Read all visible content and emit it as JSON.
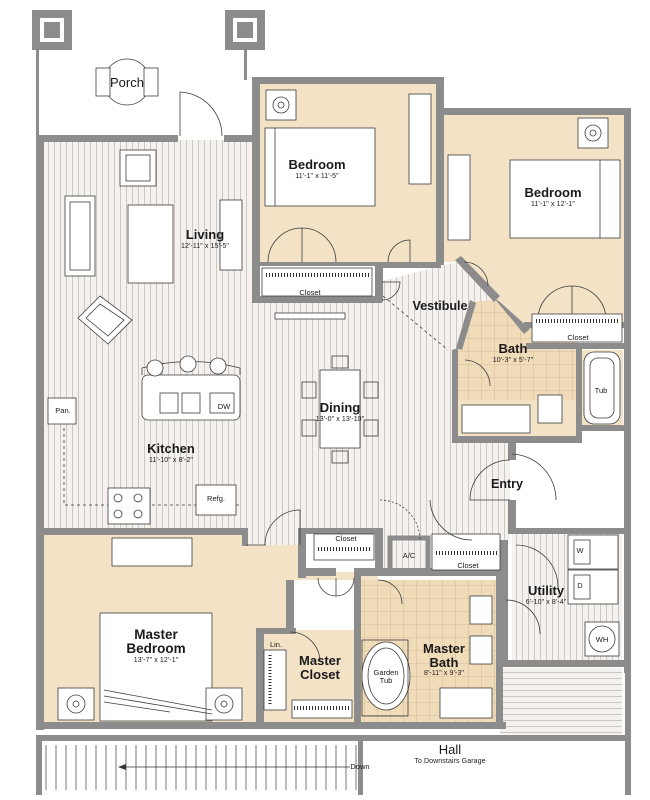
{
  "rooms": {
    "porch": {
      "name": "Porch"
    },
    "bedroom1": {
      "name": "Bedroom",
      "dim": "11'-1\" x 11'-5\""
    },
    "bedroom2": {
      "name": "Bedroom",
      "dim": "11'-1\" x 12'-1\""
    },
    "living": {
      "name": "Living",
      "dim": "12'-11\" x 15'-5\""
    },
    "vestibule": {
      "name": "Vestibule"
    },
    "bath": {
      "name": "Bath",
      "dim": "10'-3\" x 5'-7\""
    },
    "dining": {
      "name": "Dining",
      "dim": "13'-0\" x 13'-10\""
    },
    "kitchen": {
      "name": "Kitchen",
      "dim": "11'-10\" x 8'-2\""
    },
    "entry": {
      "name": "Entry"
    },
    "utility": {
      "name": "Utility",
      "dim": "6'-10\" x 8'-4\""
    },
    "master_bedroom": {
      "name1": "Master",
      "name2": "Bedroom",
      "dim": "13'-7\" x 12'-1\""
    },
    "master_closet": {
      "name1": "Master",
      "name2": "Closet"
    },
    "master_bath": {
      "name1": "Master",
      "name2": "Bath",
      "dim": "8'-11\" x 9'-3\""
    },
    "hall": {
      "name": "Hall",
      "sub": "To Downstairs Garage"
    }
  },
  "labels": {
    "closet_b1": "Closet",
    "closet_b2": "Closet",
    "closet_mid": "Closet",
    "closet_entry": "Closet",
    "ac": "A/C",
    "tub": "Tub",
    "dw": "DW",
    "pan": "Pan.",
    "refg": "Refg.",
    "washer": "W",
    "dryer": "D",
    "water_heater": "WH",
    "linen": "Lin.",
    "garden_tub1": "Garden",
    "garden_tub2": "Tub",
    "down": "Down"
  },
  "colors": {
    "wall": "#8c8c8c",
    "beige": "#f3e2c6",
    "stripe_bg": "#f4f1ee",
    "stripe": "#c9c4c0",
    "tile": "#f1dcb9",
    "tile_line": "#c8b396",
    "line": "#4a4a4a"
  }
}
